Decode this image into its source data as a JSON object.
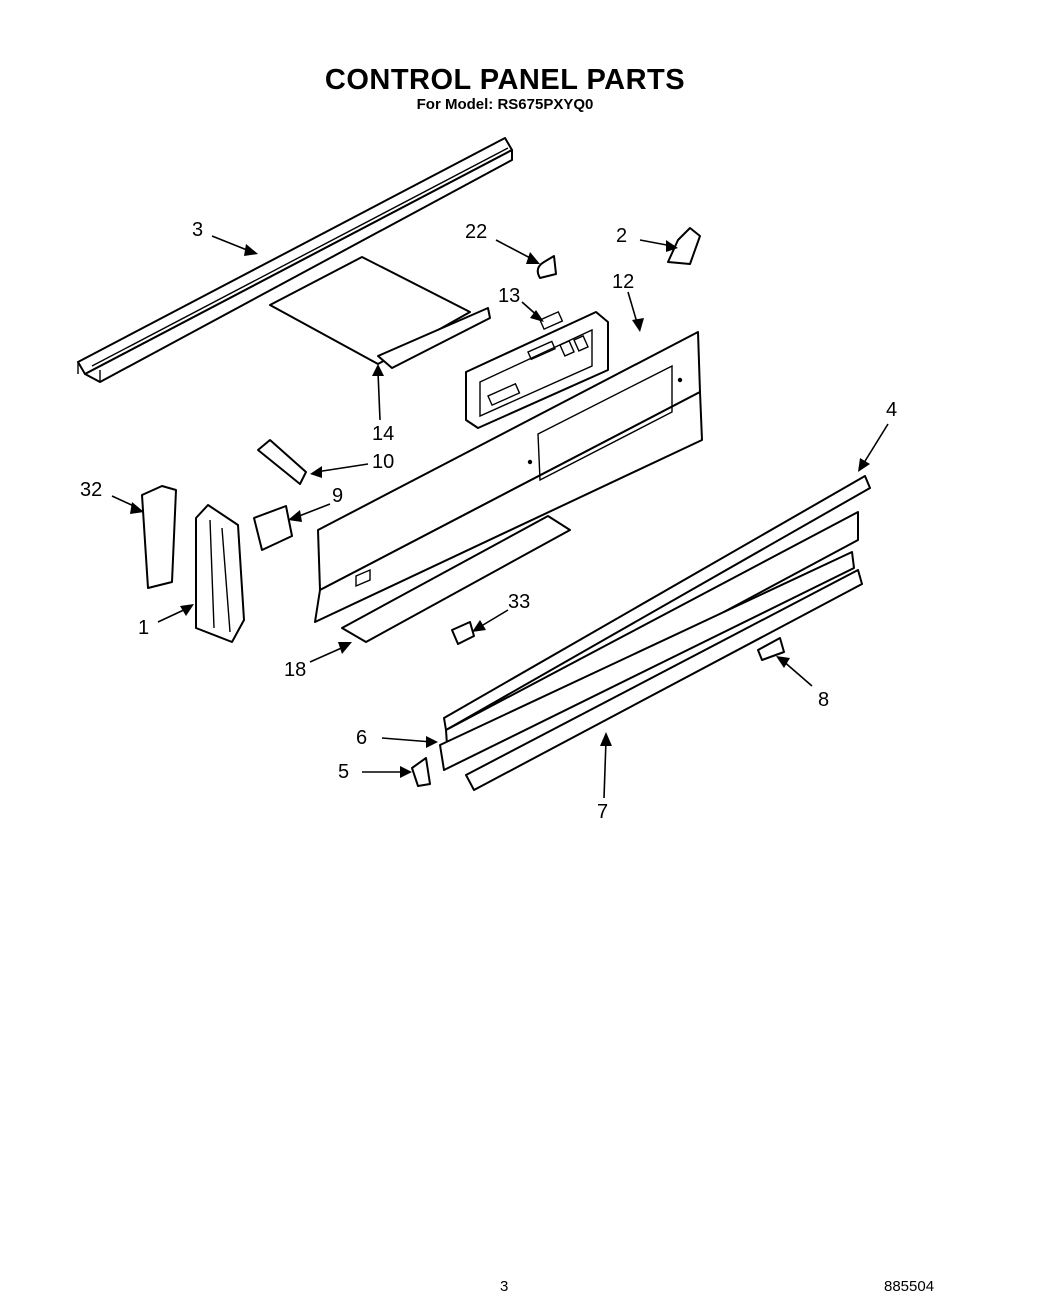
{
  "title": "CONTROL PANEL PARTS",
  "subtitle": "For Model: RS675PXYQ0",
  "callouts": {
    "p1": "1",
    "p2": "2",
    "p3": "3",
    "p4": "4",
    "p5": "5",
    "p6": "6",
    "p7": "7",
    "p8": "8",
    "p9": "9",
    "p10": "10",
    "p12": "12",
    "p13": "13",
    "p14": "14",
    "p18": "18",
    "p22": "22",
    "p32": "32",
    "p33": "33"
  },
  "page_number": "3",
  "document_number": "885504"
}
